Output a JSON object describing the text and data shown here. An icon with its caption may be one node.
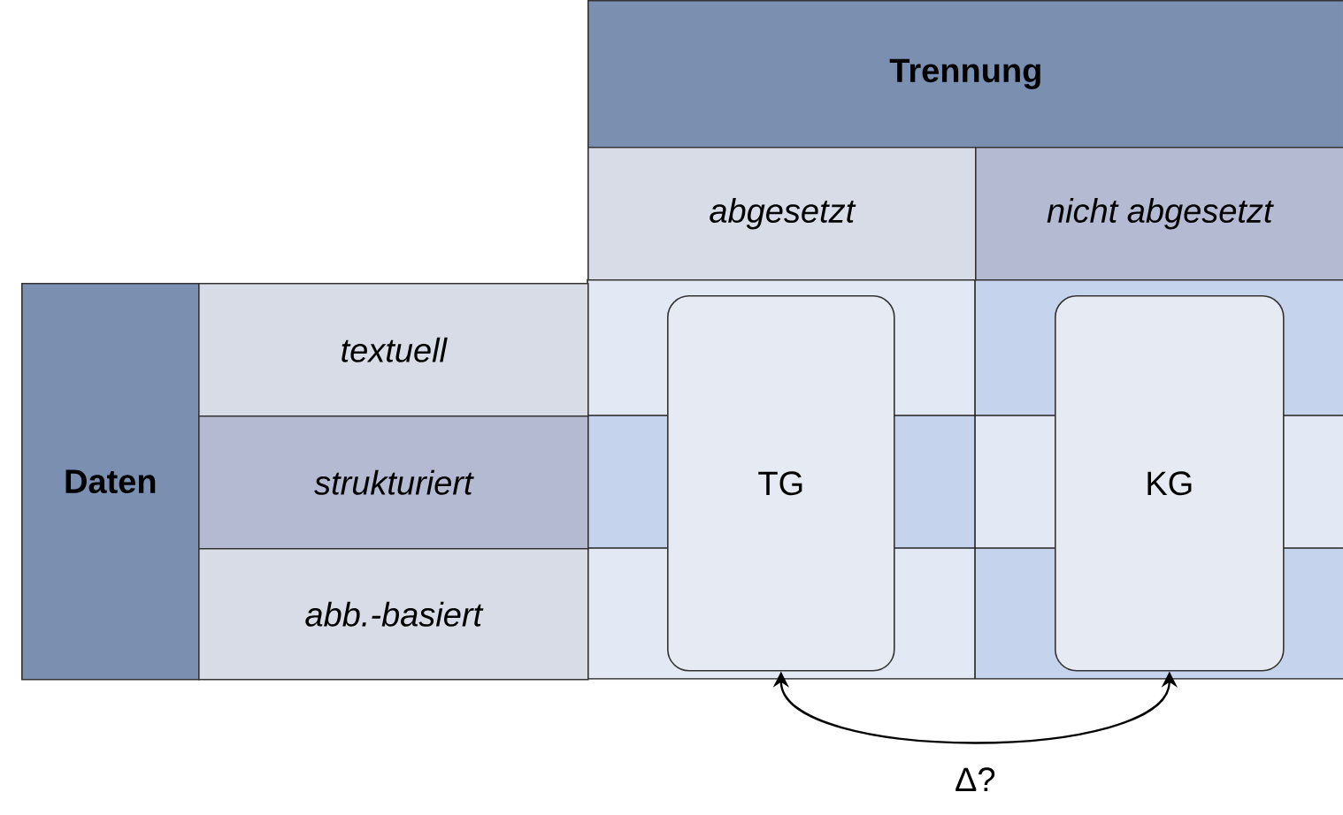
{
  "diagram": {
    "nodes": [
      {
        "text": [
          "Trennung"
        ]
      },
      {
        "text": [
          "abgesetzt"
        ]
      },
      {
        "text": [
          "nicht abgesetzt"
        ]
      },
      {
        "text": [
          "Daten"
        ]
      },
      {
        "text": [
          "textuell"
        ]
      },
      {
        "text": [
          "strukturiert"
        ]
      },
      {
        "text": [
          "abb.-basiert"
        ]
      },
      {
        "text": [
          "TG"
        ]
      },
      {
        "text": [
          "KG"
        ]
      }
    ],
    "edges": [
      {
        "from": 7,
        "to": 8,
        "arrow": "both",
        "label": "Δ?"
      }
    ]
  }
}
